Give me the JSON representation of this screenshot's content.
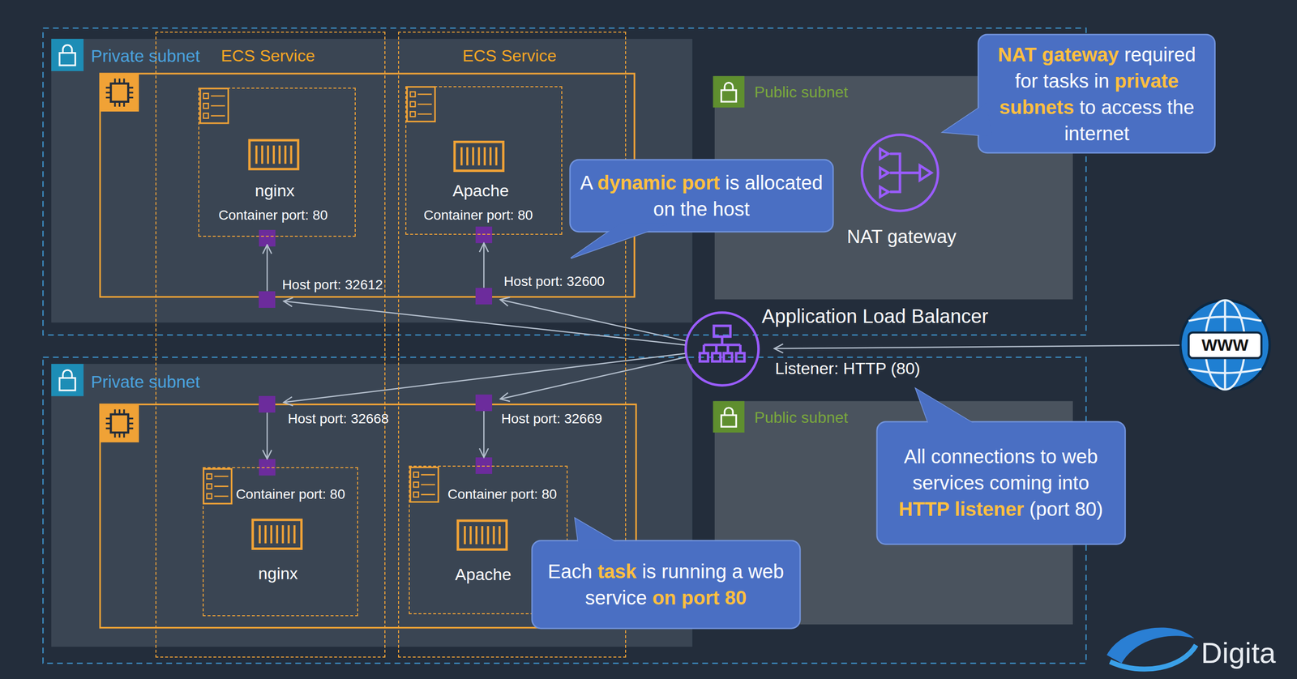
{
  "diagram": {
    "nodes": [
      {
        "text": [
          "Private subnet"
        ]
      },
      {
        "text": [
          "ECS Service"
        ]
      },
      {
        "text": [
          "ECS Service"
        ]
      },
      {
        "text": [
          "nginx",
          "Container port: 80"
        ],
        "in": 0
      },
      {
        "text": [
          "Apache",
          "Container port: 80"
        ],
        "in": 0
      },
      {
        "text": [
          "NAT gateway",
          "required for tasks in",
          "private subnets",
          "to access the internet"
        ]
      },
      {
        "text": [
          "Public subnet"
        ]
      },
      {
        "text": [
          "NAT gateway"
        ],
        "in": 6
      },
      {
        "text": [
          "A",
          "dynamic port",
          "is allocated on the host"
        ]
      },
      {
        "text": [
          "Host port: 32612"
        ],
        "in": 0
      },
      {
        "text": [
          "Host port: 32600"
        ],
        "in": 0
      },
      {
        "text": [
          "Application Load Balancer",
          "Listener: HTTP (80)"
        ]
      },
      {
        "text": [
          "WWW"
        ]
      },
      {
        "text": [
          "Private subnet"
        ]
      },
      {
        "text": [
          "Host port: 32668"
        ],
        "in": 13
      },
      {
        "text": [
          "Host port: 32669"
        ],
        "in": 13
      },
      {
        "text": [
          "Public subnet"
        ]
      },
      {
        "text": [
          "All connections to web services coming into",
          "HTTP listener",
          "(port 80)"
        ]
      },
      {
        "text": [
          "Container port: 80",
          "nginx"
        ],
        "in": 13
      },
      {
        "text": [
          "Container port: 80",
          "Apache"
        ],
        "in": 13
      },
      {
        "text": [
          "Each",
          "task",
          "is running a web service",
          "on port 80"
        ]
      }
    ],
    "edges": [
      {
        "from": 12,
        "to": 11,
        "arrow": "to"
      },
      {
        "from": 11,
        "to": 9,
        "arrow": "to"
      },
      {
        "from": 11,
        "to": 10,
        "arrow": "to"
      },
      {
        "from": 11,
        "to": 14,
        "arrow": "to"
      },
      {
        "from": 11,
        "to": 15,
        "arrow": "to"
      },
      {
        "from": 9,
        "to": 3,
        "arrow": "to"
      },
      {
        "from": 10,
        "to": 4,
        "arrow": "to"
      },
      {
        "from": 14,
        "to": 18,
        "arrow": "to"
      },
      {
        "from": 15,
        "to": 19,
        "arrow": "to"
      }
    ],
    "labels": [
      "Digita"
    ]
  }
}
